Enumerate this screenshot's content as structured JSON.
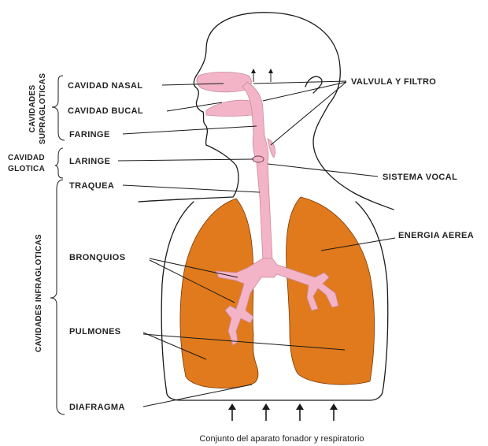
{
  "labels": {
    "cavidad_nasal": "CAVIDAD NASAL",
    "cavidad_bucal": "CAVIDAD BUCAL",
    "faringe": "FARINGE",
    "laringe": "LARINGE",
    "traquea": "TRAQUEA",
    "bronquios": "BRONQUIOS",
    "pulmones": "PULMONES",
    "diafragma": "DIAFRAGMA",
    "valvula_y_filtro": "VALVULA Y FILTRO",
    "sistema_vocal": "SISTEMA VOCAL",
    "energia_aerea": "ENERGIA AEREA"
  },
  "groups": {
    "supraglotticas": [
      "CAVIDADES",
      "SUPRAGLOTICAS"
    ],
    "glotica": [
      "CAVIDAD",
      "GLOTICA"
    ],
    "infragloticas": "CAVIDADES INFRAGLOTICAS"
  },
  "caption": "Conjunto del aparato fonador y respiratorio",
  "colors": {
    "lungs": "#e07a1c",
    "airway": "#f3b4c8",
    "outline": "#1a1a1a"
  }
}
